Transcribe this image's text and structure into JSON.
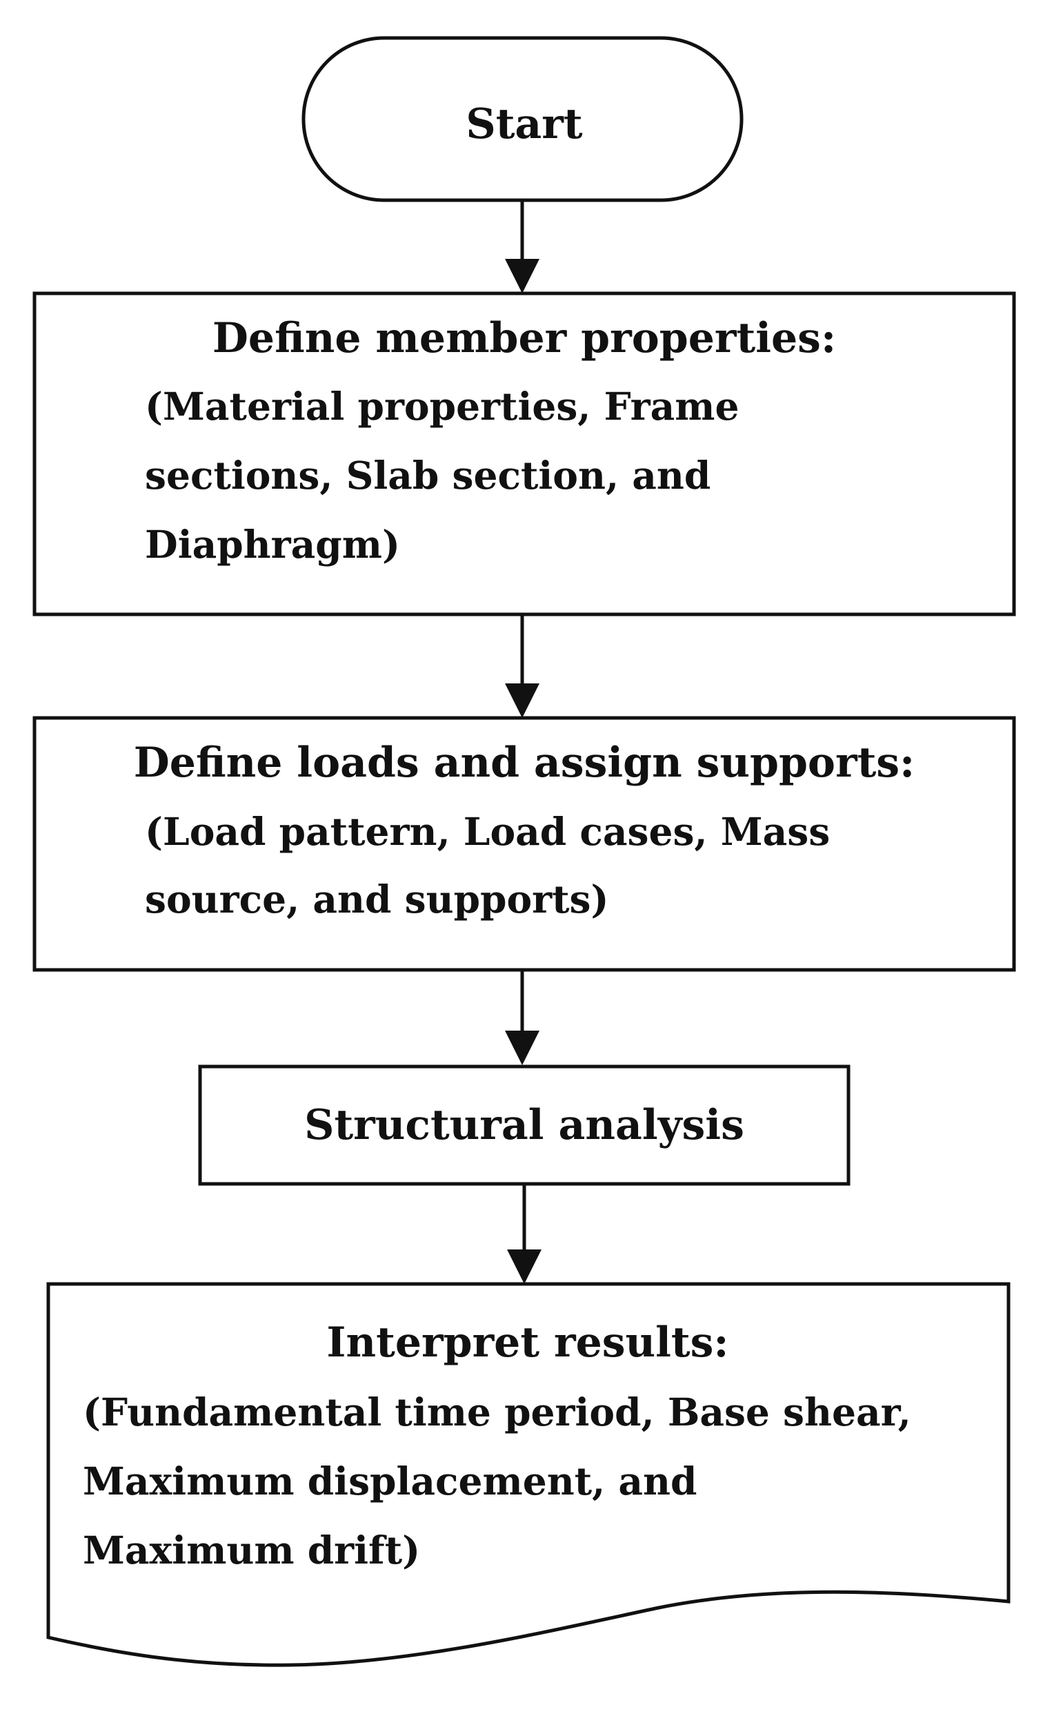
{
  "flowchart": {
    "start": {
      "label": "Start"
    },
    "member_properties": {
      "heading": "Define member properties:",
      "detail": "(Material properties, Frame\nsections, Slab section, and\nDiaphragm)"
    },
    "loads_supports": {
      "heading": "Define loads and assign supports:",
      "detail": "(Load pattern, Load cases, Mass\nsource, and supports)"
    },
    "analysis": {
      "label": "Structural analysis"
    },
    "results": {
      "heading": "Interpret results:",
      "detail": "(Fundamental time period, Base shear,\nMaximum displacement, and\nMaximum drift)"
    }
  }
}
